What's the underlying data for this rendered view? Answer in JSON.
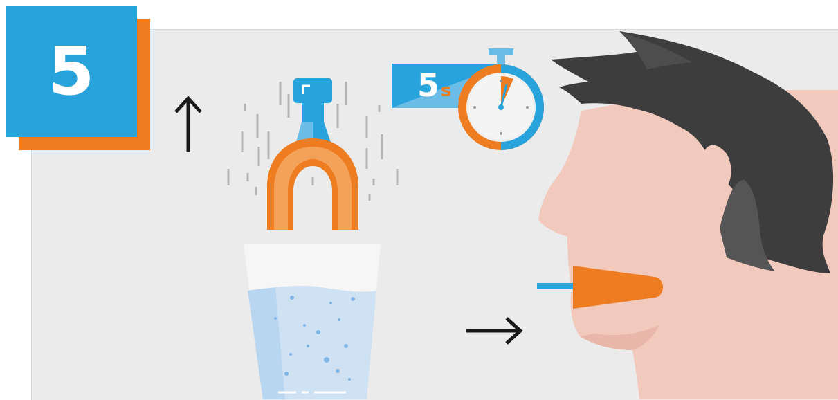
{
  "step": {
    "number": "5"
  },
  "timer": {
    "value": "5",
    "unit": "s"
  },
  "icons": {
    "up_arrow": "arrow-up-icon",
    "right_arrow": "arrow-right-icon",
    "stopwatch": "stopwatch-icon",
    "mouthpiece": "mouthpiece-icon",
    "water_glass": "water-glass-icon",
    "person": "person-profile-illustration"
  },
  "colors": {
    "blue": "#29a3dc",
    "orange": "#ee7d22",
    "light_orange": "#f4a15a",
    "hair": "#3c3c3c",
    "skin": "#f2c9bd",
    "panel": "#ebebeb",
    "water": "#cde2f3"
  }
}
